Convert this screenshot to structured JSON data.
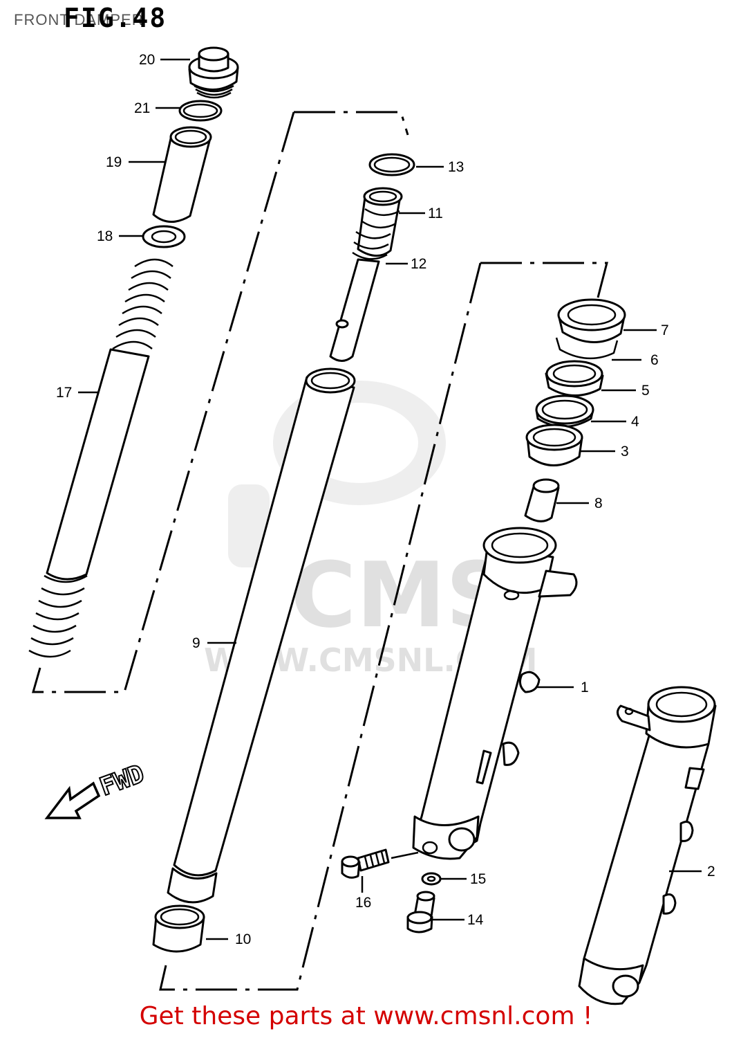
{
  "header": {
    "title": "FRONT DAMPER",
    "fig": "FIG.48"
  },
  "watermark": {
    "brand": "CMS",
    "url": "WWW.CMSNL.COM"
  },
  "direction": {
    "label": "FWD"
  },
  "parts": [
    {
      "no": "1"
    },
    {
      "no": "2"
    },
    {
      "no": "3"
    },
    {
      "no": "4"
    },
    {
      "no": "5"
    },
    {
      "no": "6"
    },
    {
      "no": "7"
    },
    {
      "no": "8"
    },
    {
      "no": "9"
    },
    {
      "no": "10"
    },
    {
      "no": "11"
    },
    {
      "no": "12"
    },
    {
      "no": "13"
    },
    {
      "no": "14"
    },
    {
      "no": "15"
    },
    {
      "no": "16"
    },
    {
      "no": "17"
    },
    {
      "no": "18"
    },
    {
      "no": "19"
    },
    {
      "no": "20"
    },
    {
      "no": "21"
    }
  ],
  "footer": {
    "text": "Get these parts at www.cmsnl.com !"
  }
}
